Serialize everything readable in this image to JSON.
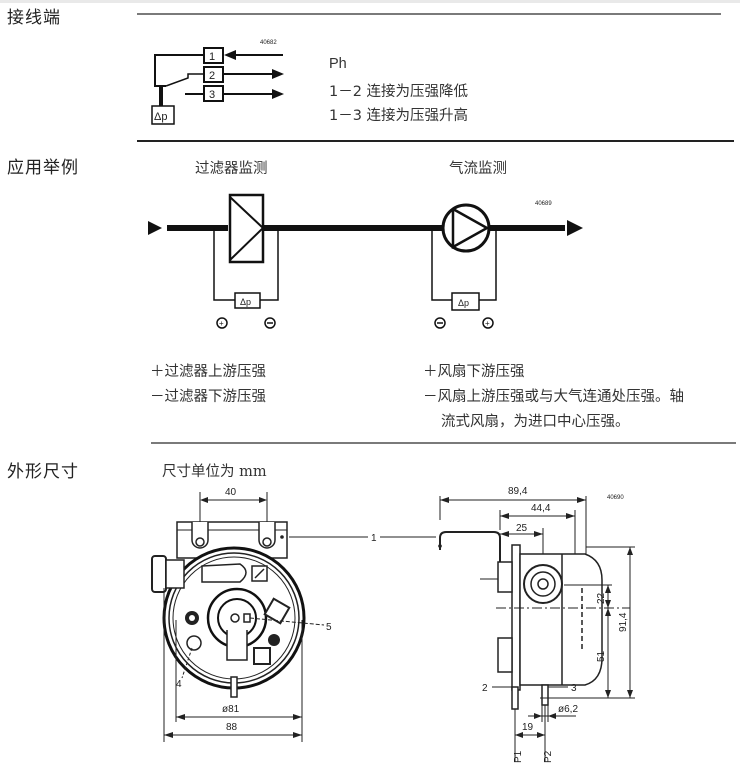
{
  "sections": {
    "wiring": {
      "title": "接线端",
      "figure_id": "40682",
      "terminals": [
        "1",
        "2",
        "3"
      ],
      "sensor_label": "Δp",
      "legend": {
        "heading": "Ph",
        "lines": [
          "1－2 连接为压强降低",
          "1－3 连接为压强升高"
        ]
      }
    },
    "application": {
      "title": "应用举例",
      "figure_id": "40689",
      "filter": {
        "caption": "过滤器监测",
        "sensor_label": "Δp",
        "plus_symbol": "+",
        "minus_symbol": "−",
        "notes": [
          "＋过滤器上游压强",
          "－过滤器下游压强"
        ]
      },
      "airflow": {
        "caption": "气流监测",
        "sensor_label": "Δp",
        "plus_symbol": "+",
        "minus_symbol": "−",
        "notes": [
          "＋风扇下游压强",
          "－风扇上游压强或与大气连通处压强。轴",
          "流式风扇，为进口中心压强。"
        ]
      }
    },
    "dimensions": {
      "title": "外形尺寸",
      "unit_note": "尺寸单位为 mm",
      "figure_id": "40690",
      "front_view": {
        "dim_top": "40",
        "dim_diameter": "ø81",
        "dim_width": "88",
        "callouts": [
          "1",
          "4",
          "5"
        ]
      },
      "side_view": {
        "dim_total_depth": "89,4",
        "dim_mid_depth": "44,4",
        "dim_port_offset": "25",
        "dim_upper_height": "22",
        "dim_total_height": "91,4",
        "dim_lower_height": "51",
        "dim_port_spacing": "19",
        "dim_port_diameter": "ø6,2",
        "callouts": [
          "2",
          "3"
        ],
        "port_labels": [
          "P1",
          "P2"
        ]
      }
    }
  }
}
